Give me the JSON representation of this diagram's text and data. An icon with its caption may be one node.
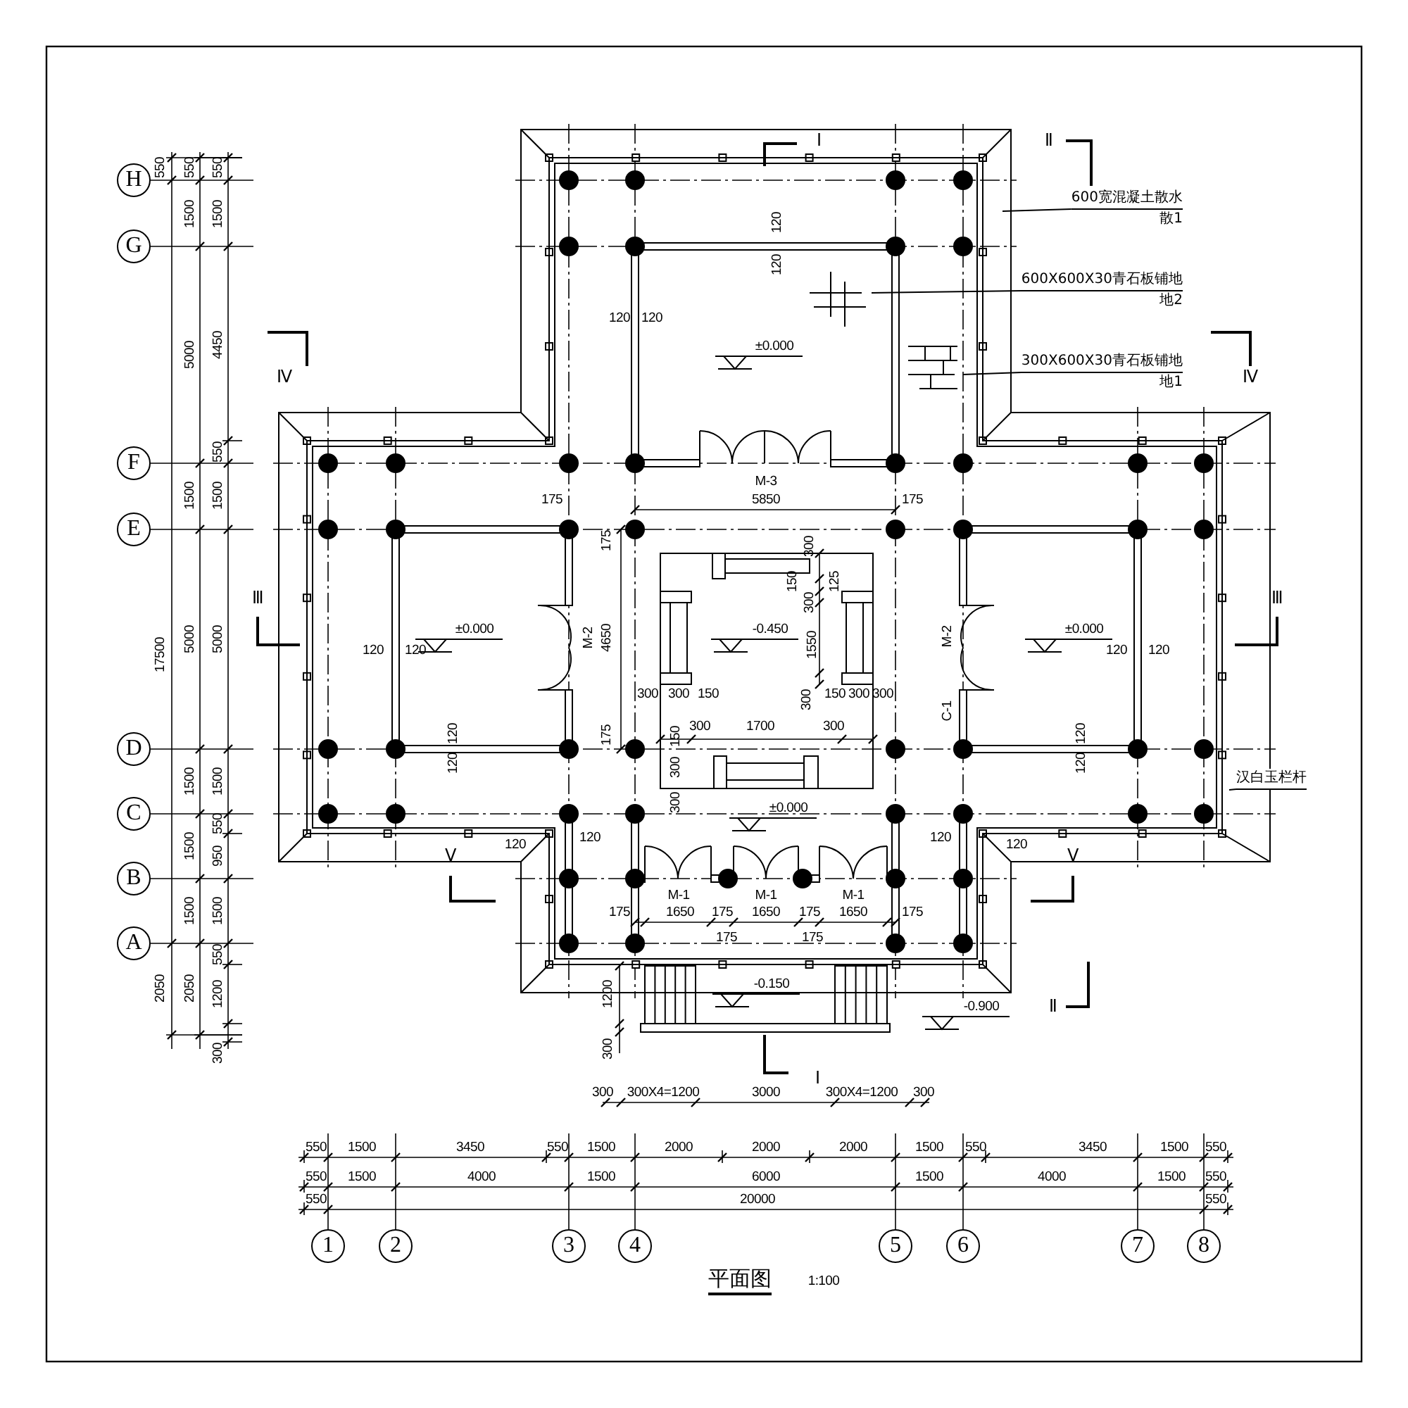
{
  "diagram": {
    "title": "平面图",
    "nodes": [
      {
        "text": [
          "H"
        ]
      },
      {
        "text": [
          "G"
        ]
      },
      {
        "text": [
          "F"
        ]
      },
      {
        "text": [
          "E"
        ]
      },
      {
        "text": [
          "D"
        ]
      },
      {
        "text": [
          "C"
        ]
      },
      {
        "text": [
          "B"
        ]
      },
      {
        "text": [
          "A"
        ]
      },
      {
        "text": [
          "600宽混凝土散水",
          "散1"
        ]
      },
      {
        "text": [
          "600X600X30青石板铺地",
          "地2"
        ]
      },
      {
        "text": [
          "300X600X30青石板铺地",
          "地1"
        ]
      },
      {
        "text": [
          "汉白玉栏杆"
        ]
      },
      {
        "text": [
          "1"
        ]
      },
      {
        "text": [
          "2"
        ]
      },
      {
        "text": [
          "3"
        ]
      },
      {
        "text": [
          "4"
        ]
      },
      {
        "text": [
          "5"
        ]
      },
      {
        "text": [
          "6"
        ]
      },
      {
        "text": [
          "7"
        ]
      },
      {
        "text": [
          "8"
        ]
      }
    ],
    "edges": [
      {
        "from": 8,
        "to": null,
        "arrow": "none"
      },
      {
        "from": 9,
        "to": null,
        "arrow": "none"
      },
      {
        "from": 10,
        "to": null,
        "arrow": "none"
      },
      {
        "from": 11,
        "to": null,
        "arrow": "none"
      }
    ],
    "labels": [
      "Ⅰ",
      "Ⅱ",
      "550",
      "550",
      "550",
      "1500",
      "1500",
      "120",
      "120",
      "120",
      "120",
      "5000",
      "4450",
      "±0.000",
      "Ⅳ",
      "Ⅳ",
      "550",
      "M-3",
      "1500",
      "1500",
      "175",
      "5850",
      "175",
      "175",
      "300",
      "150",
      "125",
      "300",
      "Ⅲ",
      "Ⅲ",
      "±0.000",
      "±0.000",
      "M-2",
      "4650",
      "M-2",
      "17500",
      "5000",
      "5000",
      "-0.450",
      "1550",
      "120",
      "120",
      "120",
      "120",
      "300",
      "300",
      "150",
      "300",
      "150",
      "300",
      "300",
      "C-1",
      "300",
      "1700",
      "300",
      "120",
      "175",
      "150",
      "120",
      "120",
      "300",
      "120",
      "1500",
      "1500",
      "300",
      "±0.000",
      "1500",
      "550",
      "950",
      "120",
      "120",
      "120",
      "120",
      "Ⅴ",
      "Ⅴ",
      "M-1",
      "M-1",
      "M-1",
      "1500",
      "1500",
      "175",
      "1650",
      "175",
      "1650",
      "175",
      "1650",
      "175",
      "175",
      "175",
      "550",
      "2050",
      "2050",
      "-0.150",
      "1200",
      "1200",
      "-0.900",
      "Ⅱ",
      "300",
      "300",
      "Ⅰ",
      "300",
      "300X4=1200",
      "3000",
      "300X4=1200",
      "300",
      "550",
      "1500",
      "3450",
      "550",
      "1500",
      "2000",
      "2000",
      "2000",
      "1500",
      "550",
      "3450",
      "1500",
      "550",
      "550",
      "1500",
      "4000",
      "1500",
      "6000",
      "1500",
      "4000",
      "1500",
      "550",
      "550",
      "20000",
      "550",
      "1:100"
    ]
  }
}
